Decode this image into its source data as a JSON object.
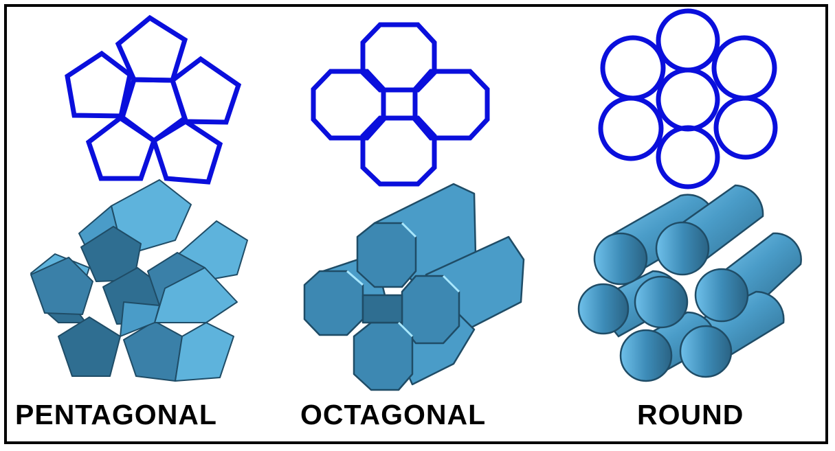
{
  "colors": {
    "outline_blue": "#0a0fdc",
    "prism_face": "#4a9cc8",
    "prism_side_light": "#5eb3dc",
    "prism_side_dark": "#2f6e91",
    "prism_edge": "#1f4c66",
    "highlight": "#a9e8ff"
  },
  "panels": [
    {
      "id": "pentagonal",
      "label": "PENTAGONAL",
      "shape_icon": "pentagon-cluster-icon"
    },
    {
      "id": "octagonal",
      "label": "OCTAGONAL",
      "shape_icon": "octagon-cluster-icon"
    },
    {
      "id": "round",
      "label": "ROUND",
      "shape_icon": "circle-cluster-icon"
    }
  ]
}
